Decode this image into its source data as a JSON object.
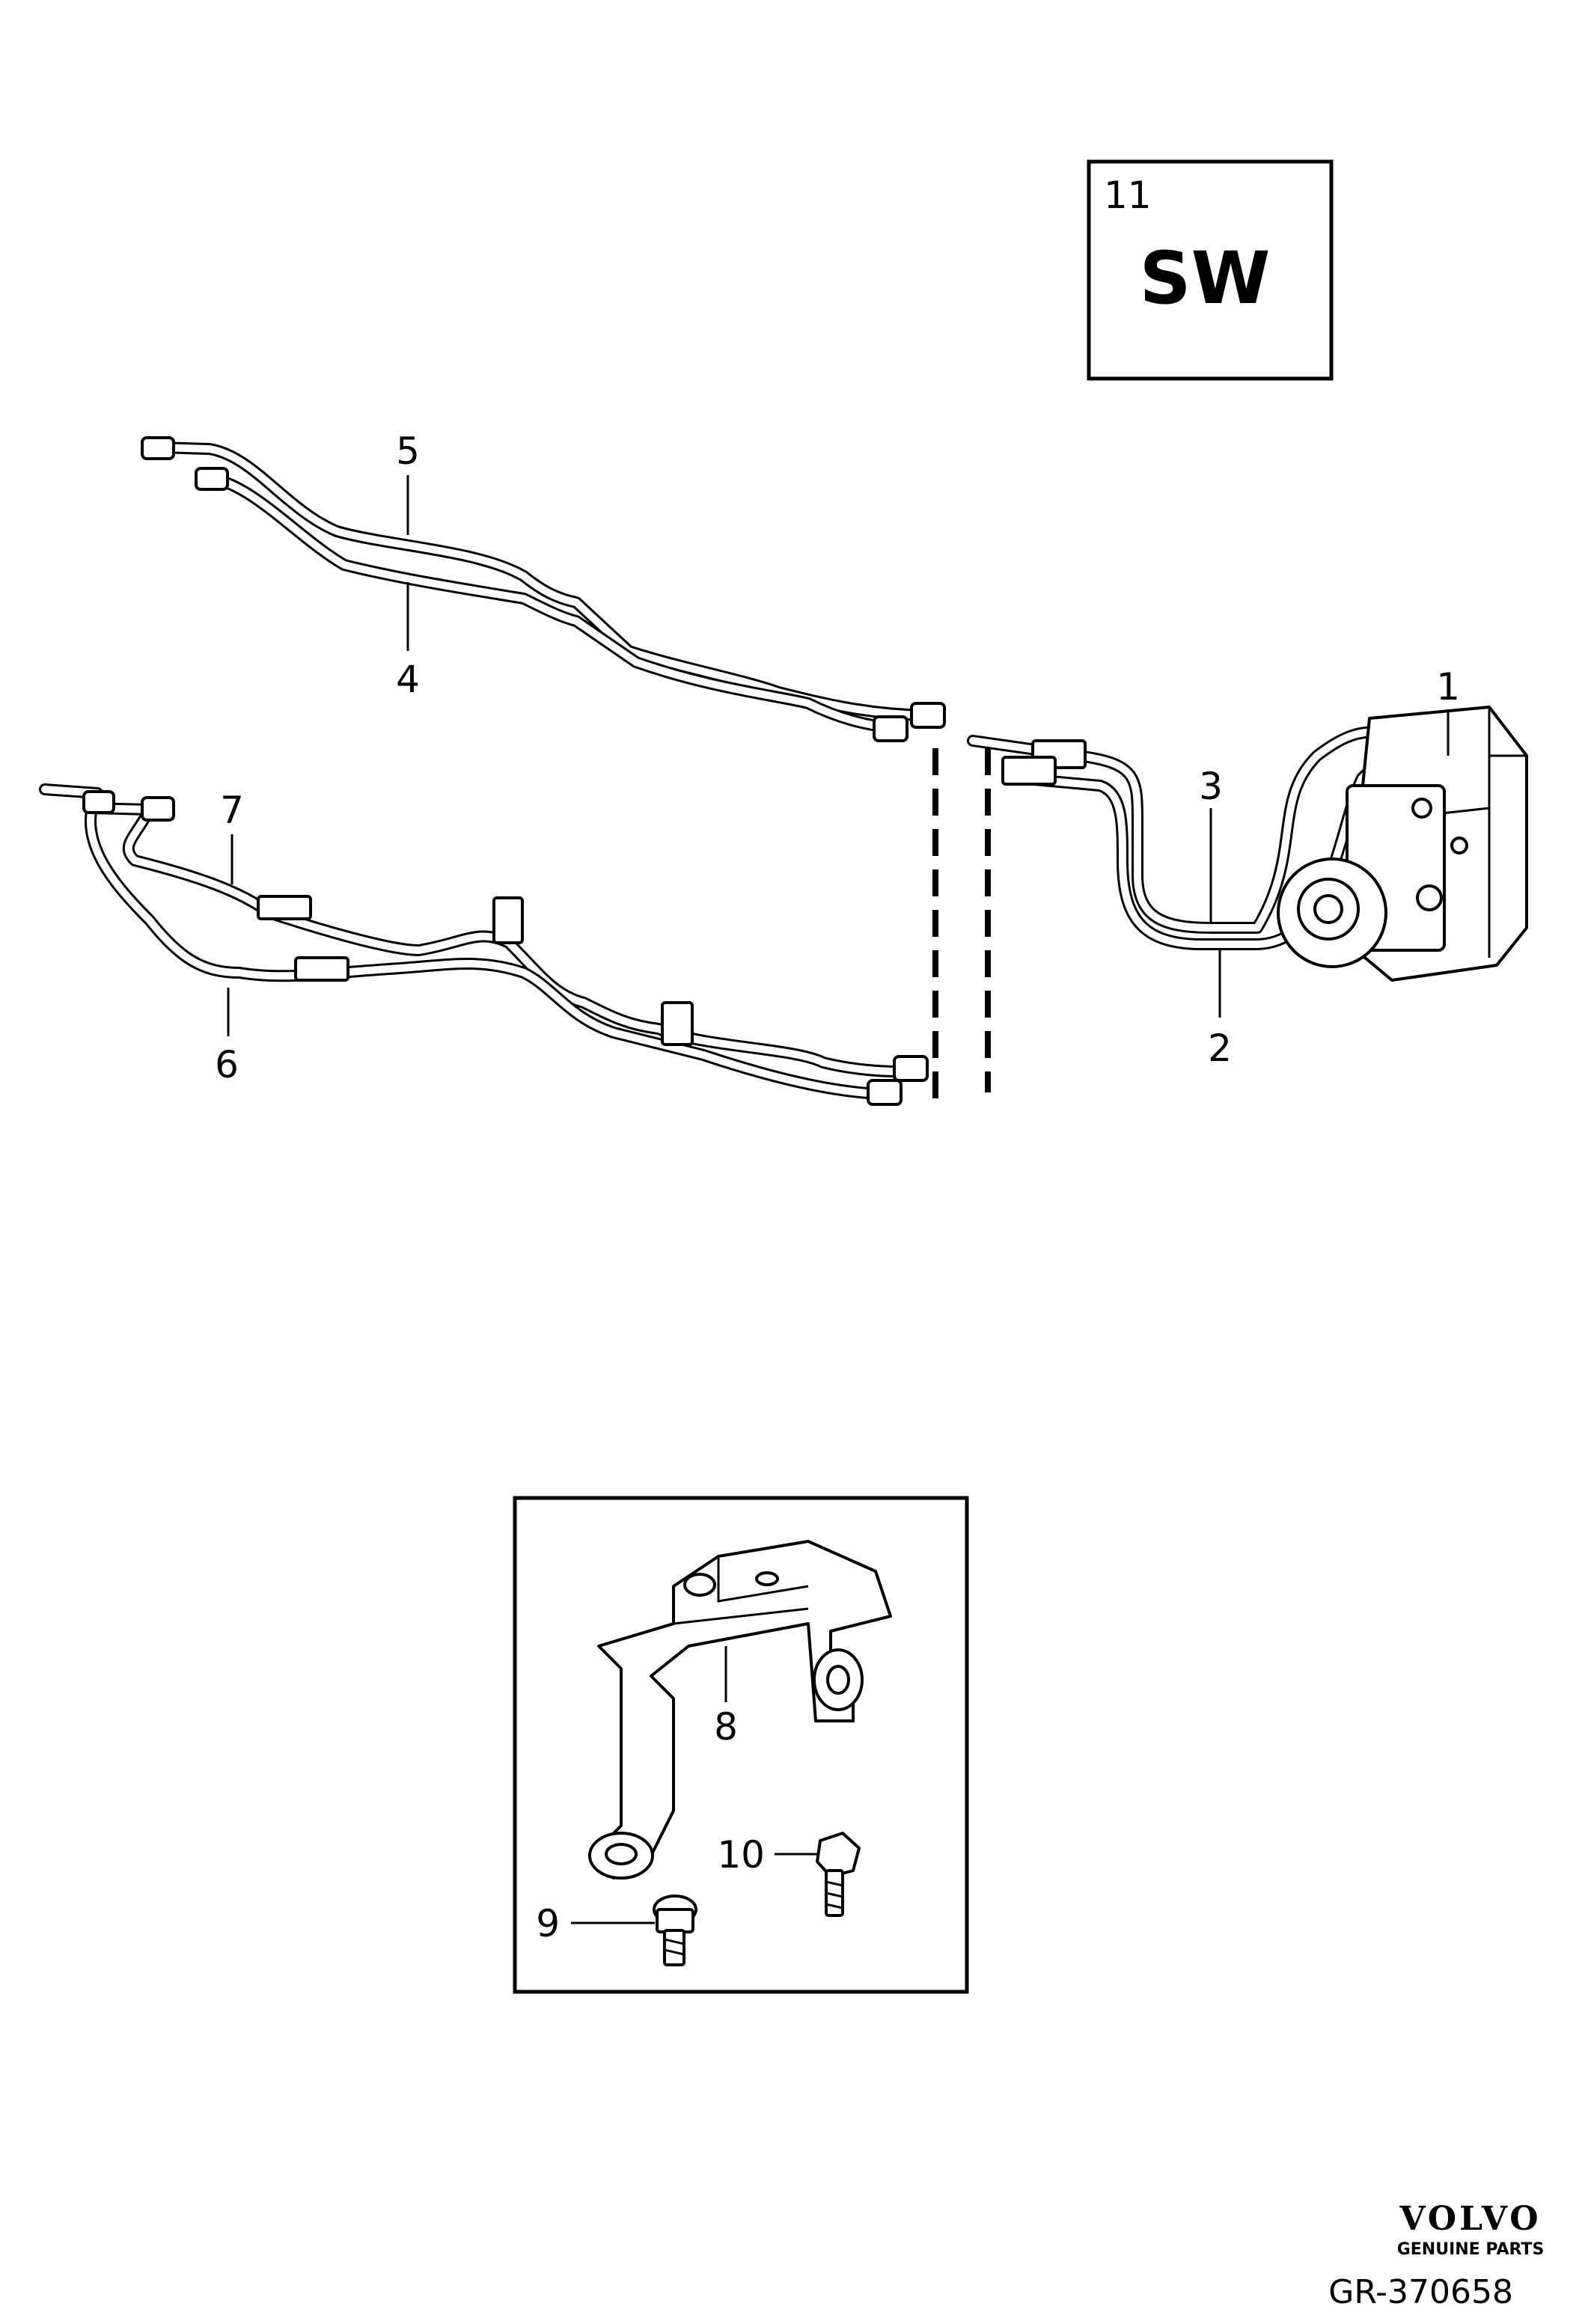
{
  "variant_box": {
    "number": "11",
    "code": "SW"
  },
  "callouts": {
    "c1": "1",
    "c2": "2",
    "c3": "3",
    "c4": "4",
    "c5": "5",
    "c6": "6",
    "c7": "7",
    "c8": "8",
    "c9": "9",
    "c10": "10"
  },
  "brand": {
    "name": "VOLVO",
    "tagline": "GENUINE PARTS"
  },
  "figure_id": "GR-370658"
}
